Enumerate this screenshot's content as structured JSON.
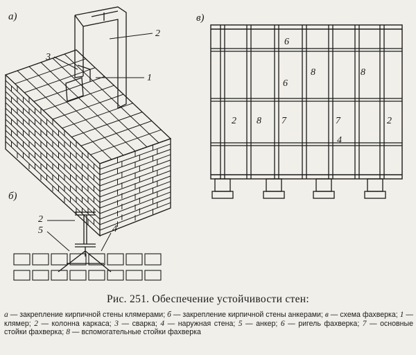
{
  "panel_labels": {
    "a": "а)",
    "b": "б)",
    "v": "в)"
  },
  "callouts_a": [
    "1",
    "2",
    "3"
  ],
  "callouts_b": [
    "2",
    "4",
    "5"
  ],
  "callouts_v": [
    "2",
    "8",
    "7",
    "7",
    "2",
    "4",
    "6",
    "8",
    "6",
    "8"
  ],
  "caption": "Рис. 251. Обеспечение устойчивости стен:",
  "legend": [
    {
      "key": "а",
      "text": "— закрепление кирпичной стены клямерами;"
    },
    {
      "key": "б",
      "text": "— закрепление кирпичной стены анкерами;"
    },
    {
      "key": "в",
      "text": "— схема фахверка;"
    },
    {
      "key": "1",
      "text": "— клямер;"
    },
    {
      "key": "2",
      "text": "— колонна каркаса;"
    },
    {
      "key": "3",
      "text": "— сварка;"
    },
    {
      "key": "4",
      "text": "— наружная стена;"
    },
    {
      "key": "5",
      "text": "— анкер;"
    },
    {
      "key": "6",
      "text": "— ригель фахверка;"
    },
    {
      "key": "7",
      "text": "— основные стойки фахверка;"
    },
    {
      "key": "8",
      "text": "— вспомогательные стойки фахверка"
    }
  ],
  "colors": {
    "ink": "#1a1a1a",
    "paper": "#f1efe9"
  }
}
